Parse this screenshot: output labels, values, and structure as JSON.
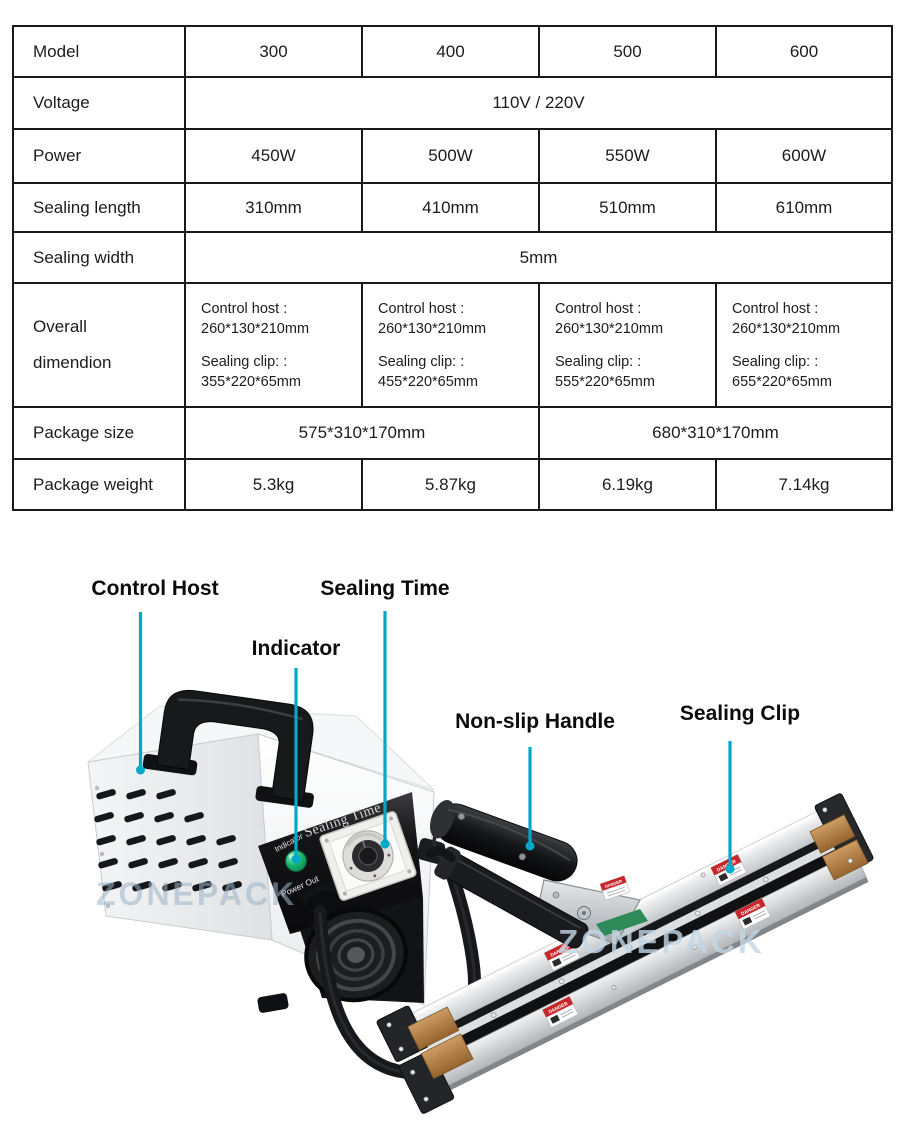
{
  "accent_color": "#00a9c9",
  "spec_table": {
    "rows": {
      "model": {
        "label": "Model",
        "values": [
          "300",
          "400",
          "500",
          "600"
        ]
      },
      "voltage": {
        "label": "Voltage",
        "merged": "110V / 220V"
      },
      "power": {
        "label": "Power",
        "values": [
          "450W",
          "500W",
          "550W",
          "600W"
        ]
      },
      "sealing_length": {
        "label": "Sealing length",
        "values": [
          "310mm",
          "410mm",
          "510mm",
          "610mm"
        ]
      },
      "sealing_width": {
        "label": "Sealing width",
        "merged": "5mm"
      },
      "overall_dimension": {
        "label_line1": "Overall",
        "label_line2": "dimendion",
        "cells": [
          {
            "host_label": "Control host :",
            "host_value": "260*130*210mm",
            "clip_label": "Sealing clip: :",
            "clip_value": "355*220*65mm"
          },
          {
            "host_label": "Control host :",
            "host_value": "260*130*210mm",
            "clip_label": "Sealing clip: :",
            "clip_value": "455*220*65mm"
          },
          {
            "host_label": "Control host :",
            "host_value": "260*130*210mm",
            "clip_label": "Sealing clip: :",
            "clip_value": "555*220*65mm"
          },
          {
            "host_label": "Control host :",
            "host_value": "260*130*210mm",
            "clip_label": "Sealing clip: :",
            "clip_value": "655*220*65mm"
          }
        ]
      },
      "package_size": {
        "label": "Package size",
        "left": "575*310*170mm",
        "right": "680*310*170mm"
      },
      "package_weight": {
        "label": "Package weight",
        "values": [
          "5.3kg",
          "5.87kg",
          "6.19kg",
          "7.14kg"
        ]
      }
    }
  },
  "annotations": {
    "control_host": "Control Host",
    "sealing_time": "Sealing Time",
    "indicator": "Indicator",
    "non_slip_handle": "Non-slip Handle",
    "sealing_clip": "Sealing Clip"
  },
  "photo": {
    "panel_title": "Sealing Time",
    "indicator_label": "Indicator",
    "power_out_label": "Power Out",
    "danger_label": "DANGER",
    "watermark": "ZONEPACK"
  }
}
